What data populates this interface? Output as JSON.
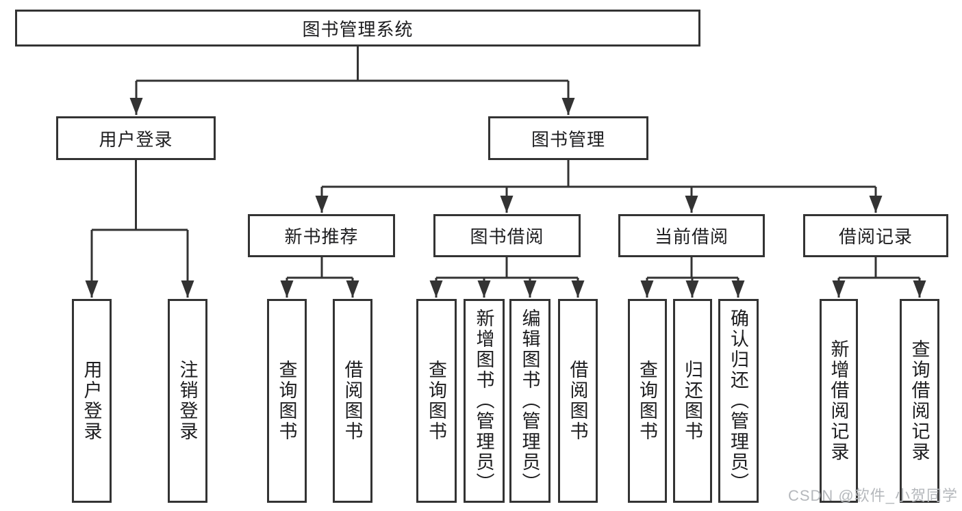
{
  "diagram": {
    "title": "图书管理系统",
    "tree": {
      "label": "图书管理系统",
      "children": [
        {
          "label": "用户登录",
          "children": [
            {
              "label": "用户登录"
            },
            {
              "label": "注销登录"
            }
          ]
        },
        {
          "label": "图书管理",
          "children": [
            {
              "label": "新书推荐",
              "children": [
                {
                  "label": "查询图书"
                },
                {
                  "label": "借阅图书"
                }
              ]
            },
            {
              "label": "图书借阅",
              "children": [
                {
                  "label": "查询图书"
                },
                {
                  "label": "新增图书（管理员）"
                },
                {
                  "label": "编辑图书（管理员）"
                },
                {
                  "label": "借阅图书"
                }
              ]
            },
            {
              "label": "当前借阅",
              "children": [
                {
                  "label": "查询图书"
                },
                {
                  "label": "归还图书"
                },
                {
                  "label": "确认归还（管理员）"
                }
              ]
            },
            {
              "label": "借阅记录",
              "children": [
                {
                  "label": "新增借阅记录"
                },
                {
                  "label": "查询借阅记录"
                }
              ]
            }
          ]
        }
      ]
    }
  },
  "watermark": {
    "text": "CSDN @软件_小贺同学"
  },
  "colors": {
    "line": "#333333",
    "box_border": "#333333",
    "text": "#1d1d1f",
    "watermark": "#b5b8bc",
    "background": "#ffffff"
  }
}
